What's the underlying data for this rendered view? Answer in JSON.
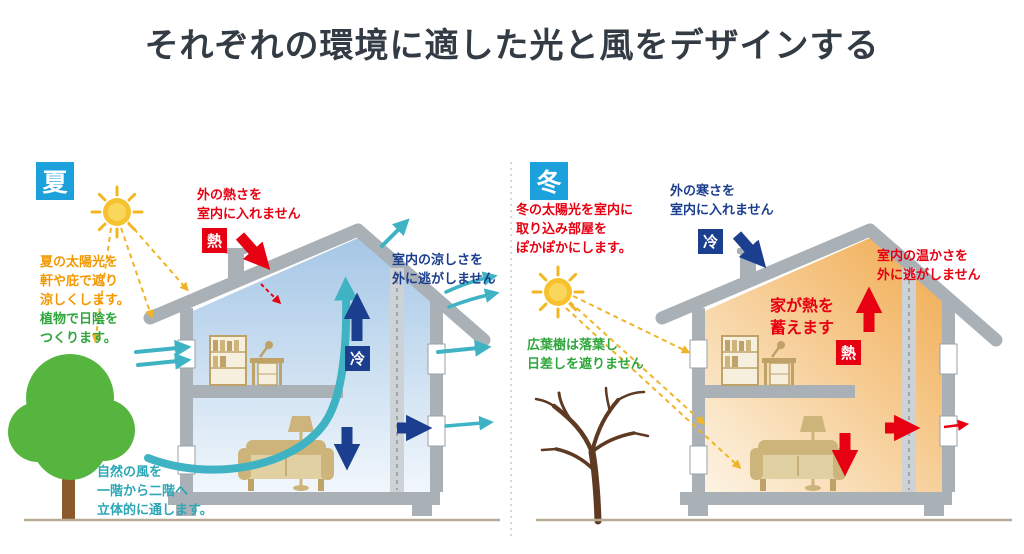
{
  "title": "それぞれの環境に適した光と風をデザインする",
  "summer": {
    "season_badge": "夏",
    "heat_badge": "熱",
    "cool_badge": "冷",
    "labels": {
      "block_heat": "外の熱さを\n室内に入れません",
      "eaves_shade": "夏の太陽光を\n軒や庇で遮り\n涼しくします。",
      "plant_shade": "植物で日陰を\nつくります。",
      "keep_cool": "室内の涼しさを\n外に逃がしません",
      "natural_wind": "自然の風を\n一階から二階へ\n立体的に通します。"
    }
  },
  "winter": {
    "season_badge": "冬",
    "heat_badge": "熱",
    "cool_badge": "冷",
    "labels": {
      "block_cold": "外の寒さを\n室内に入れません",
      "sunlight_in": "冬の太陽光を室内に\n取り込み部屋を\nぽかぽかにします。",
      "keep_warm": "室内の温かさを\n外に逃がしません",
      "store_heat": "家が熱を\n蓄えます",
      "deciduous": "広葉樹は落葉し\n日差しを遮りません"
    }
  },
  "colors": {
    "season_blue": "#1da1dc",
    "heat_red": "#e60012",
    "cool_navy": "#1c3e8e",
    "wind_teal": "#3fb3c3",
    "sun_orange": "#f39800",
    "plant_green": "#2fa63c",
    "structure_gray": "#a9b1b7"
  }
}
